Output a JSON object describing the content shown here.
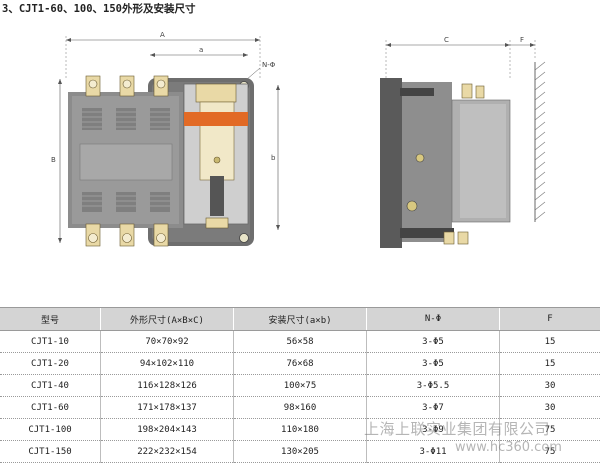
{
  "heading": "3、CJT1-60、100、150外形及安装尺寸",
  "dims": {
    "A": "A",
    "a": "a",
    "N_phi": "N-Φ",
    "B": "B",
    "b": "b",
    "C": "C",
    "F": "F"
  },
  "table": {
    "headers": [
      "型号",
      "外形尺寸(A×B×C)",
      "安装尺寸(a×b)",
      "N-Φ",
      "F"
    ],
    "rows": [
      [
        "CJT1-10",
        "70×70×92",
        "56×58",
        "3-Φ5",
        "15"
      ],
      [
        "CJT1-20",
        "94×102×110",
        "76×68",
        "3-Φ5",
        "15"
      ],
      [
        "CJT1-40",
        "116×128×126",
        "100×75",
        "3-Φ5.5",
        "30"
      ],
      [
        "CJT1-60",
        "171×178×137",
        "98×160",
        "3-Φ7",
        "30"
      ],
      [
        "CJT1-100",
        "198×204×143",
        "110×180",
        "3-Φ9",
        "75"
      ],
      [
        "CJT1-150",
        "222×232×154",
        "130×205",
        "3-Φ11",
        "75"
      ]
    ]
  },
  "watermark": {
    "company": "上海上联实业集团有限公司",
    "site": "www.hc360.com"
  }
}
